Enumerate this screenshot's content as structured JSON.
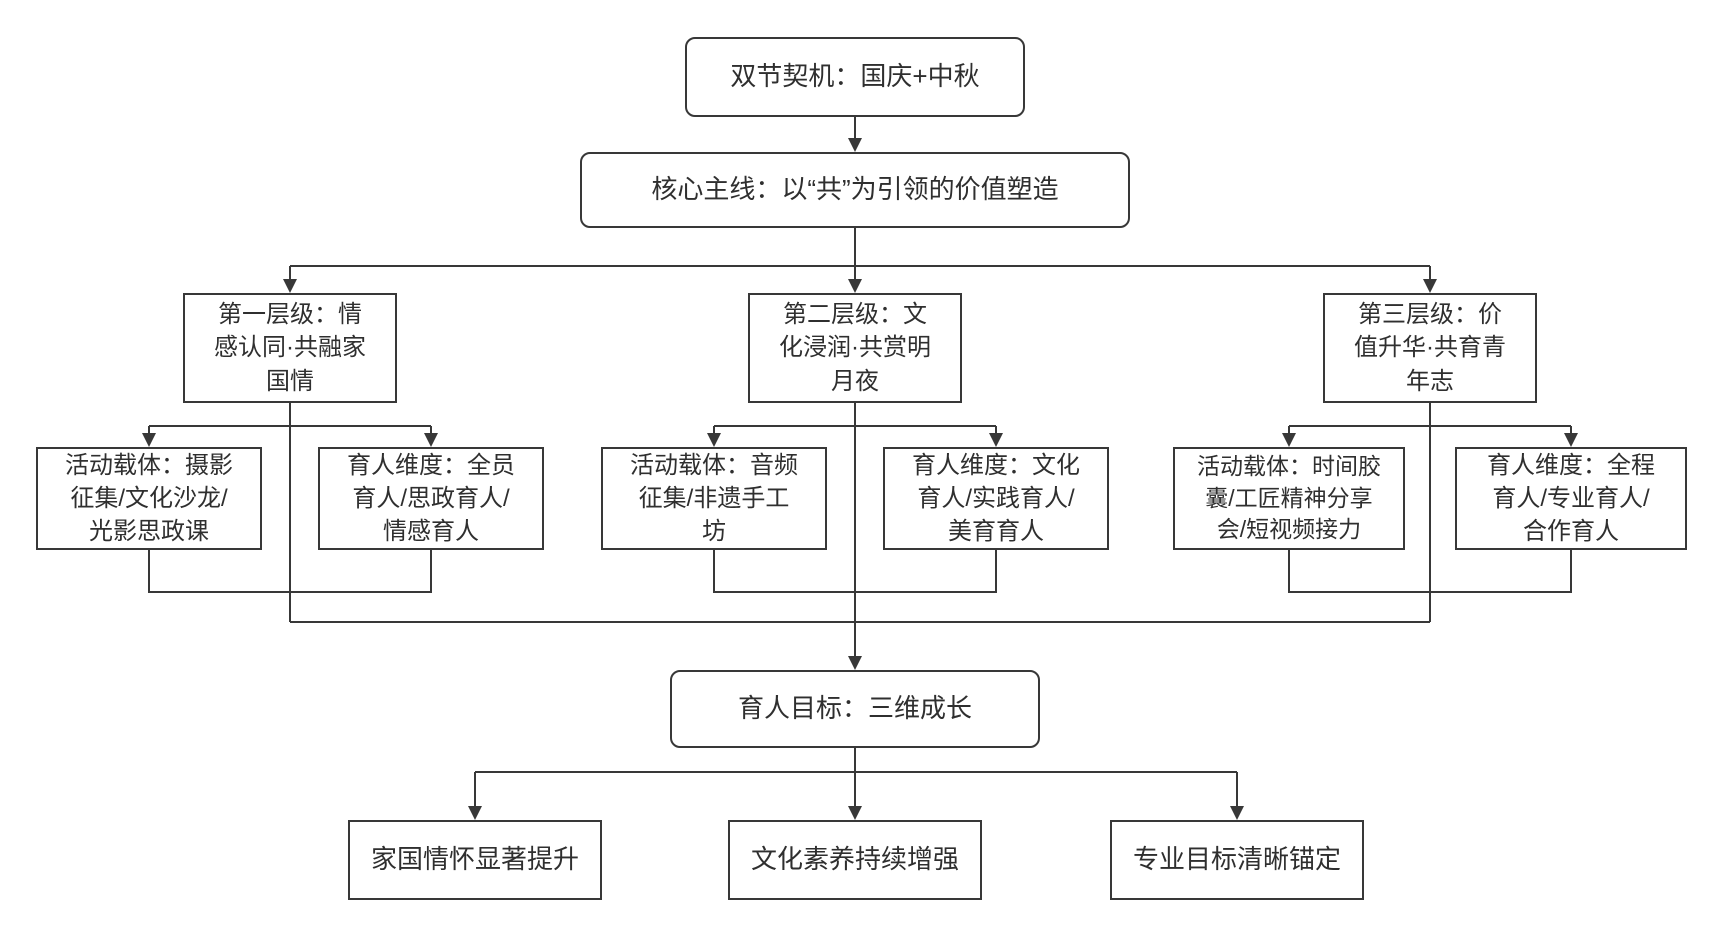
{
  "diagram": {
    "background": "#ffffff",
    "line_color": "#383838",
    "text_color": "#2f2f2f",
    "nodes": {
      "trigger": {
        "text": "双节契机：国庆+中秋"
      },
      "mainline": {
        "text": "核心主线：以“共”为引领的价值塑造"
      },
      "level1": {
        "text": "第一层级：情\n感认同·共融家\n国情"
      },
      "level2": {
        "text": "第二层级：文\n化浸润·共赏明\n月夜"
      },
      "level3": {
        "text": "第三层级：价\n值升华·共育青\n年志"
      },
      "carrier1": {
        "text": "活动载体：摄影\n征集/文化沙龙/\n光影思政课"
      },
      "dimension1": {
        "text": "育人维度：全员\n育人/思政育人/\n情感育人"
      },
      "carrier2": {
        "text": "活动载体：音频\n征集/非遗手工\n坊"
      },
      "dimension2": {
        "text": "育人维度：文化\n育人/实践育人/\n美育育人"
      },
      "carrier3": {
        "text": "活动载体：时间胶\n囊/工匠精神分享\n会/短视频接力"
      },
      "dimension3": {
        "text": "育人维度：全程\n育人/专业育人/\n合作育人"
      },
      "goal": {
        "text": "育人目标：三维成长"
      },
      "outcome1": {
        "text": "家国情怀显著提升"
      },
      "outcome2": {
        "text": "文化素养持续增强"
      },
      "outcome3": {
        "text": "专业目标清晰锚定"
      }
    }
  }
}
